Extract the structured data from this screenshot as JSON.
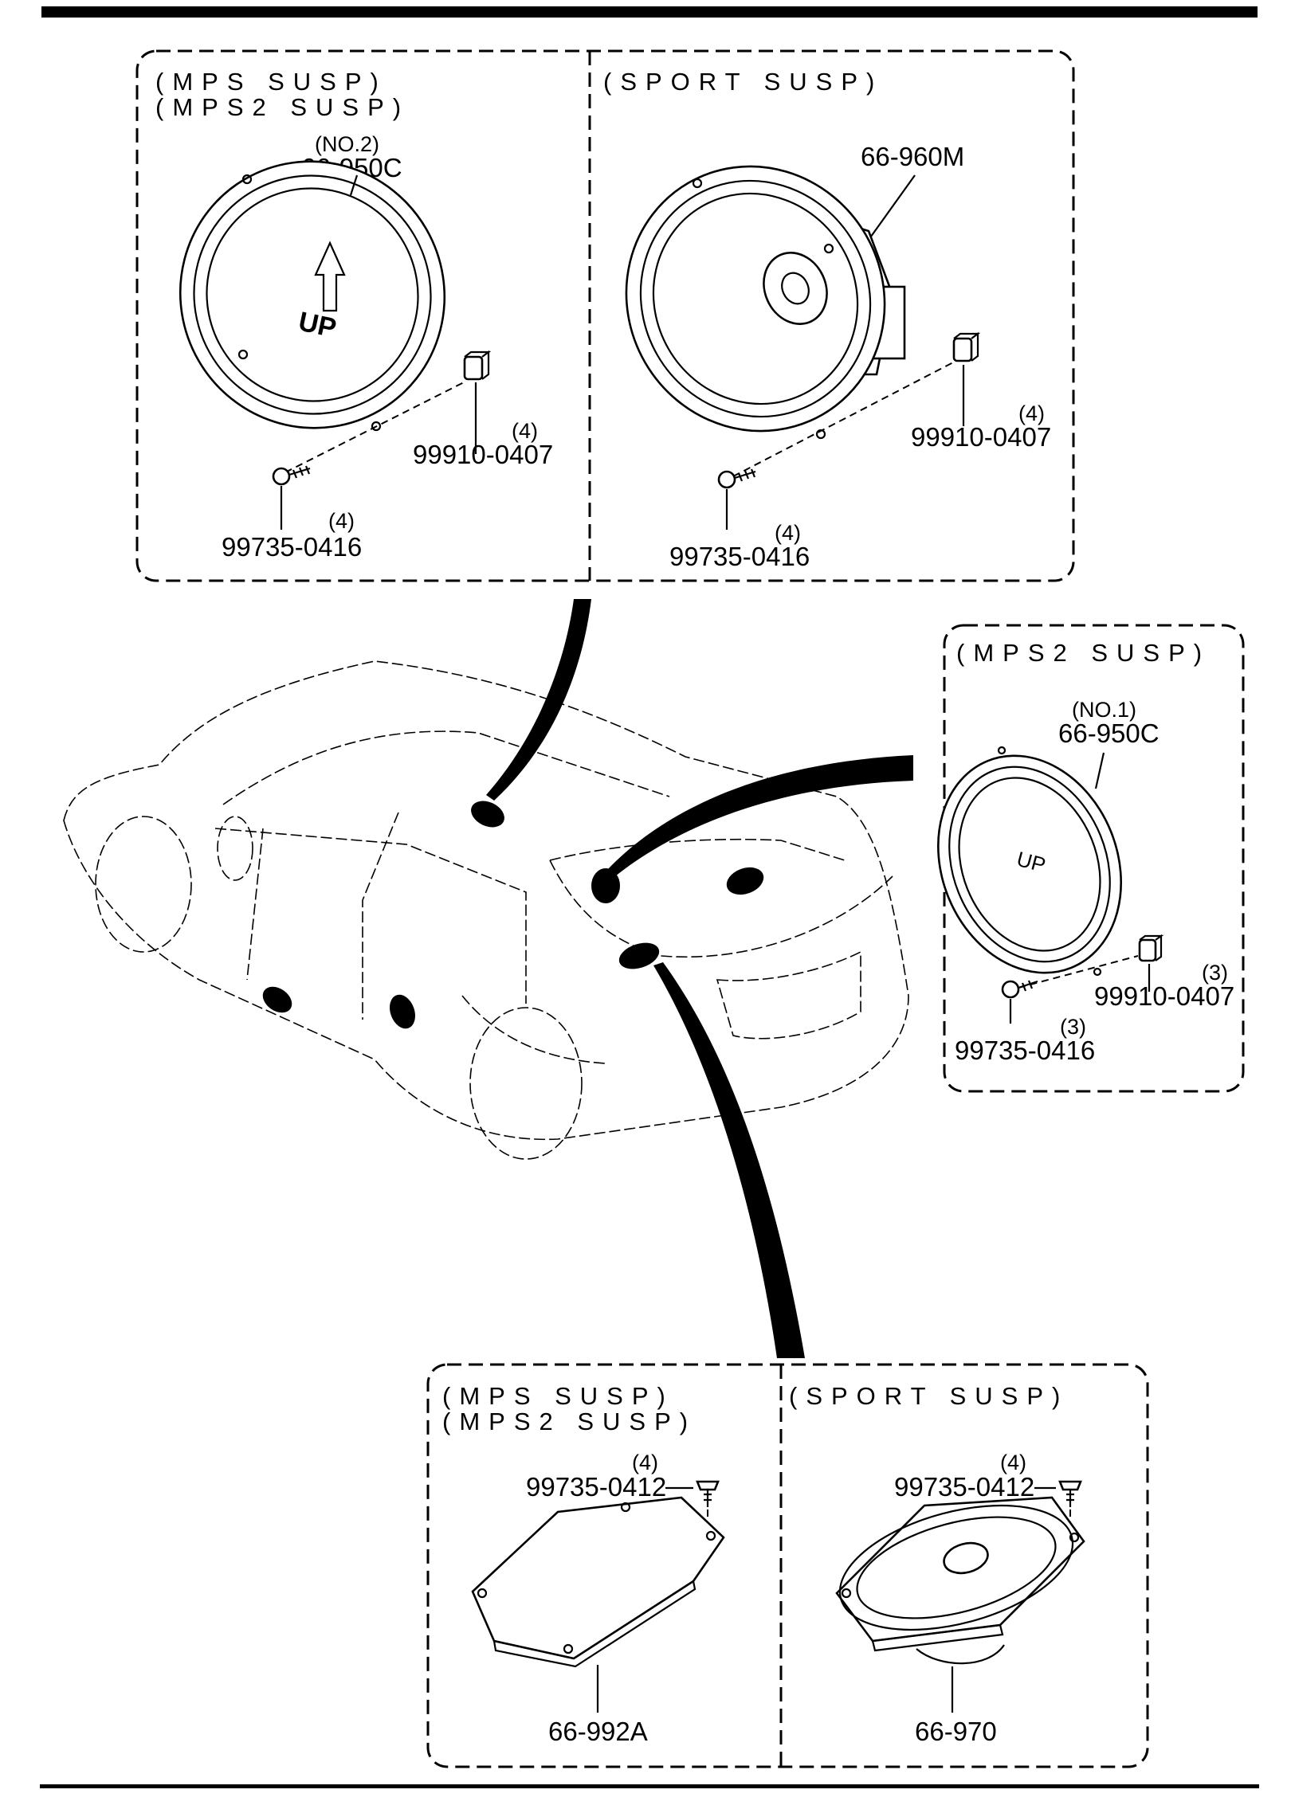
{
  "diagram": {
    "panels": {
      "front_door": {
        "left": {
          "headers": [
            "(MPS SUSP)",
            "(MPS2 SUSP)"
          ],
          "parts": [
            {
              "number": "(NO.2)",
              "part": "66-950C"
            },
            {
              "qty": "(4)",
              "part": "99910-0407"
            },
            {
              "qty": "(4)",
              "part": "99735-0416"
            }
          ],
          "arrow_text": "UP"
        },
        "right": {
          "headers": [
            "(SPORT SUSP)"
          ],
          "parts": [
            {
              "part": "66-960M"
            },
            {
              "qty": "(4)",
              "part": "99910-0407"
            },
            {
              "qty": "(4)",
              "part": "99735-0416"
            }
          ]
        }
      },
      "rear_door": {
        "headers": [
          "(MPS2 SUSP)"
        ],
        "parts": [
          {
            "number": "(NO.1)",
            "part": "66-950C"
          },
          {
            "qty": "(3)",
            "part": "99910-0407"
          },
          {
            "qty": "(3)",
            "part": "99735-0416"
          }
        ],
        "arrow_text": "UP"
      },
      "rear_shelf": {
        "left": {
          "headers": [
            "(MPS SUSP)",
            "(MPS2 SUSP)"
          ],
          "parts": [
            {
              "qty": "(4)",
              "part": "99735-0412"
            },
            {
              "part": "66-992A"
            }
          ]
        },
        "right": {
          "headers": [
            "(SPORT SUSP)"
          ],
          "parts": [
            {
              "qty": "(4)",
              "part": "99735-0412"
            },
            {
              "part": "66-970"
            }
          ]
        }
      }
    }
  }
}
